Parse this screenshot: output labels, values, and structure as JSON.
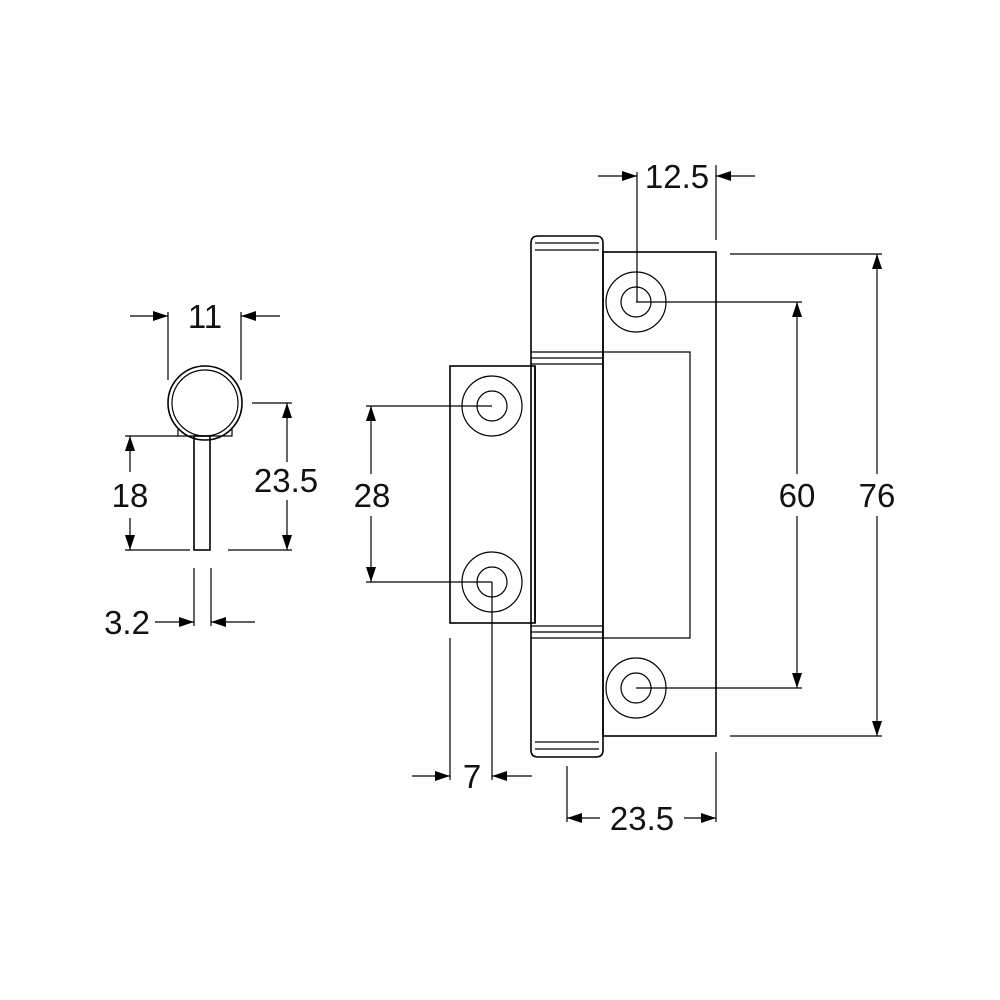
{
  "dimensions": {
    "side_width": "11",
    "side_leaf_length": "18",
    "side_total_height": "23.5",
    "side_thickness": "3.2",
    "top_offset": "12.5",
    "small_hole_spacing": "28",
    "large_hole_spacing": "60",
    "overall_length": "76",
    "small_leaf_offset": "7",
    "large_leaf_width": "23.5"
  }
}
